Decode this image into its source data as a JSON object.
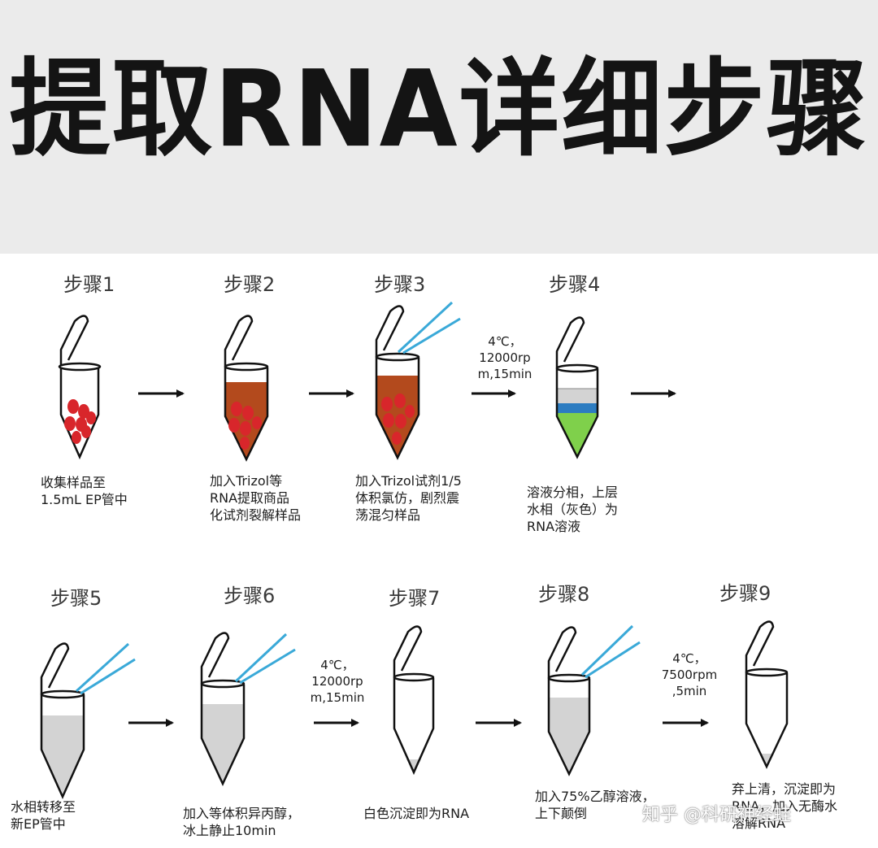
{
  "title": "提取RNA详细步骤",
  "steps": [
    {
      "label": "步骤1",
      "caption": "收集样品至\n1.5mL EP管中"
    },
    {
      "label": "步骤2",
      "caption": "加入Trizol等\nRNA提取商品\n化试剂裂解样品"
    },
    {
      "label": "步骤3",
      "caption": "加入Trizol试剂1/5\n体积氯仿，剧烈震\n荡混匀样品"
    },
    {
      "label": "步骤4",
      "caption": "溶液分相，上层\n水相（灰色）为\nRNA溶液"
    },
    {
      "label": "步骤5",
      "caption": "水相转移至\n新EP管中"
    },
    {
      "label": "步骤6",
      "caption": "加入等体积异丙醇，\n冰上静止10min"
    },
    {
      "label": "步骤7",
      "caption": "白色沉淀即为RNA"
    },
    {
      "label": "步骤8",
      "caption": "加入75%乙醇溶液，\n上下颠倒"
    },
    {
      "label": "步骤9",
      "caption": "弃上清，沉淀即为\nRNA，加入无酶水\n溶解RNA"
    }
  ],
  "conditions": [
    "4℃，\n12000rp\nm,15min",
    "4℃，\n12000rp\nm,15min",
    "4℃，\n7500rpm\n,5min"
  ],
  "watermark": "知乎 @科研神经蛙",
  "colors": {
    "banner": "#ebebeb",
    "tissue_red": "#d8262b",
    "trizol_brown": "#b34a1d",
    "aqueous_gray": "#d3d3d3",
    "interphase_blue": "#2c7cc1",
    "organic_green": "#7fd04b",
    "pipette_cyan": "#3aa9d8"
  }
}
